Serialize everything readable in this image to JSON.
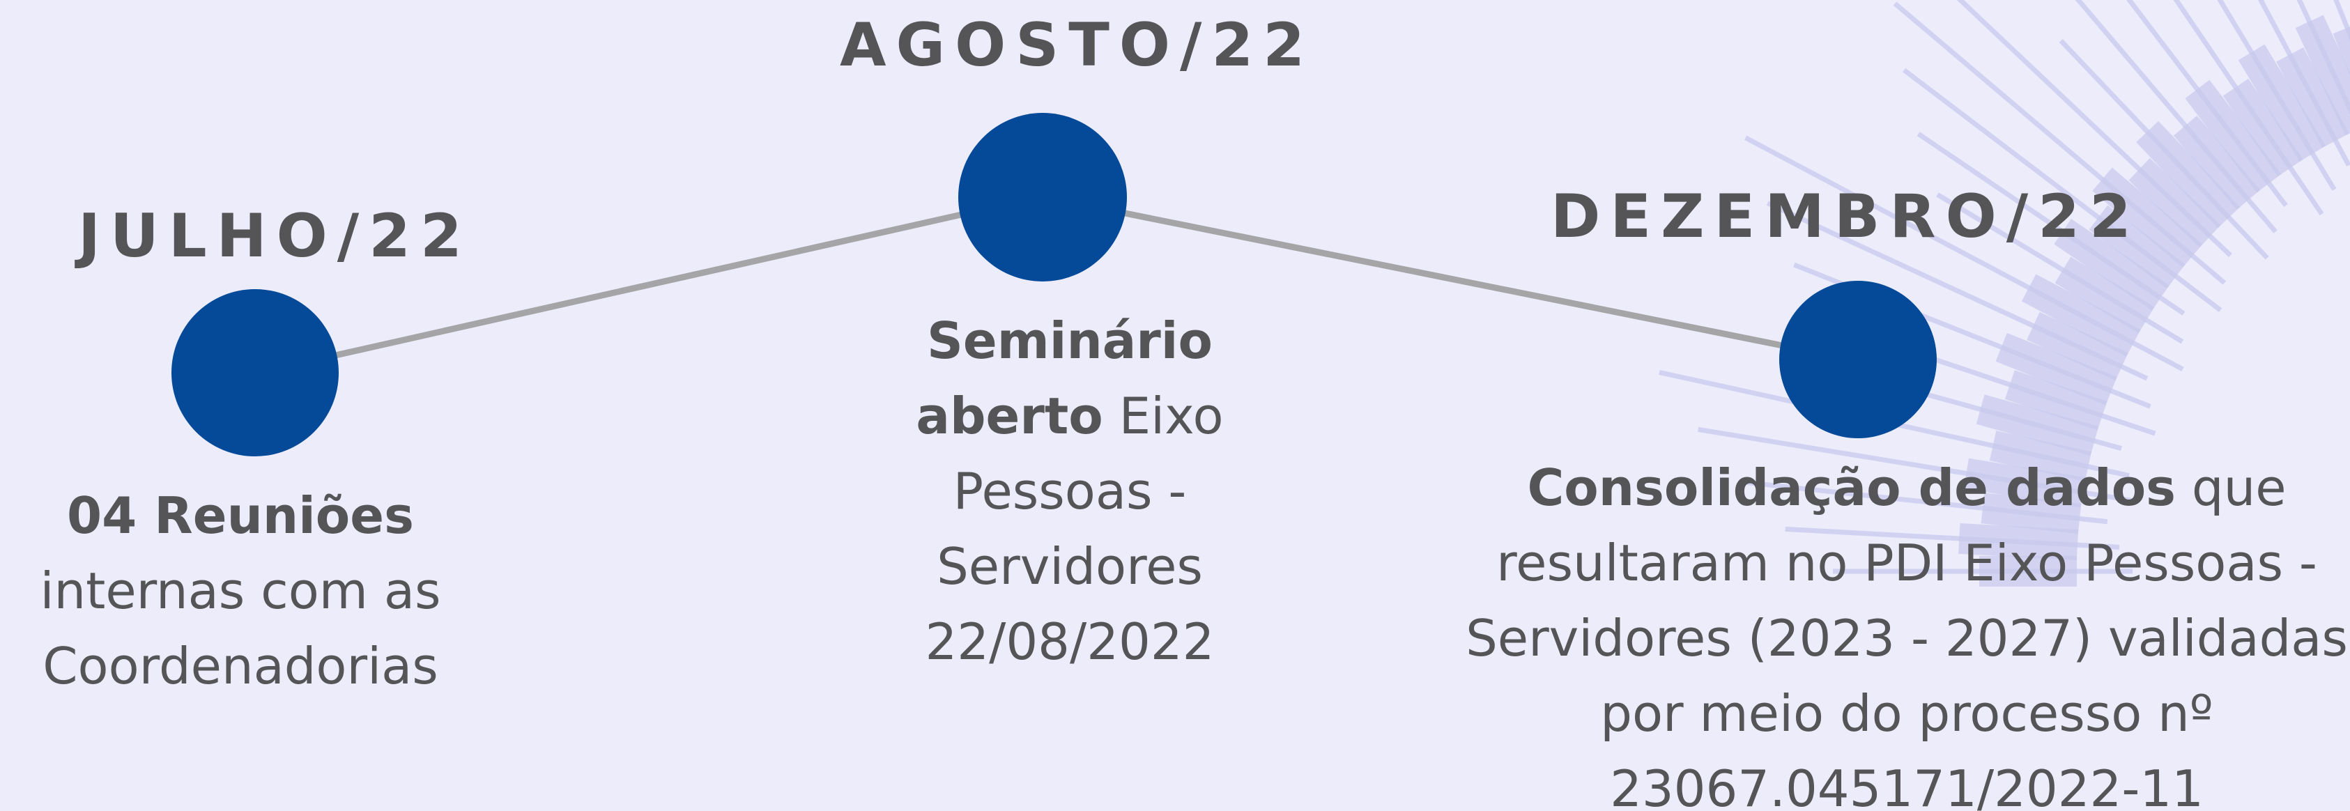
{
  "colors": {
    "background": "#ececfb",
    "milestone_dot": "#044a98",
    "connector_line": "#a5a5a8",
    "text": "#555557",
    "decoration": "#c9c9ee"
  },
  "milestones": [
    {
      "date": "JULHO/22",
      "bold": "04 Reuniões",
      "text": "internas com as Coordenadorias"
    },
    {
      "date": "AGOSTO/22",
      "bold": "Seminário aberto",
      "text": "Eixo Pessoas - Servidores 22/08/2022"
    },
    {
      "date": "DEZEMBRO/22",
      "bold": "Consolidação de dados",
      "text": "que resultaram no PDI Eixo Pessoas - Servidores (2023 - 2027) validadas por meio do processo nº 23067.045171/2022-11"
    }
  ]
}
